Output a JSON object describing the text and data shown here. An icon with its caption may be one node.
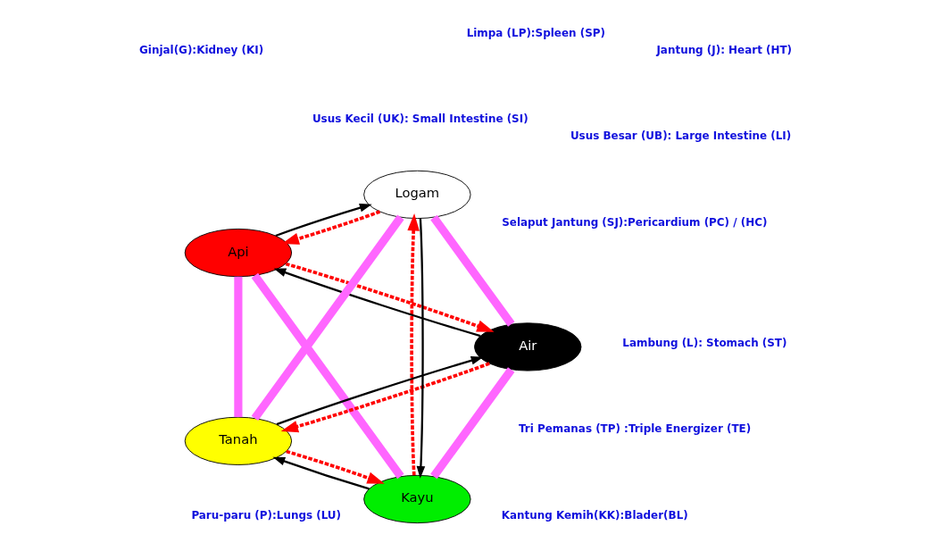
{
  "diagram": {
    "nodes": [
      {
        "text": [
          "Kayu"
        ]
      },
      {
        "text": [
          "Air"
        ]
      },
      {
        "text": [
          "Api"
        ]
      },
      {
        "text": [
          "Logam"
        ]
      },
      {
        "text": [
          "Tanah"
        ]
      }
    ],
    "edges": [
      {
        "from": 0,
        "to": 2,
        "arrow": "none",
        "style": "thick",
        "color": "#ff66ff"
      },
      {
        "from": 2,
        "to": 4,
        "arrow": "none",
        "style": "thick",
        "color": "#ff66ff"
      },
      {
        "from": 4,
        "to": 3,
        "arrow": "none",
        "style": "thick",
        "color": "#ff66ff"
      },
      {
        "from": 3,
        "to": 1,
        "arrow": "none",
        "style": "thick",
        "color": "#ff66ff"
      },
      {
        "from": 1,
        "to": 0,
        "arrow": "none",
        "style": "thick",
        "color": "#ff66ff"
      },
      {
        "from": 3,
        "to": 0,
        "arrow": "to",
        "color": "#000000"
      },
      {
        "from": 0,
        "to": 4,
        "arrow": "to",
        "color": "#000000"
      },
      {
        "from": 1,
        "to": 2,
        "arrow": "to",
        "color": "#000000"
      },
      {
        "from": 4,
        "to": 1,
        "arrow": "to",
        "color": "#000000"
      },
      {
        "from": 2,
        "to": 3,
        "arrow": "to",
        "color": "#000000"
      },
      {
        "from": 2,
        "to": 1,
        "arrow": "to",
        "style": "dashed",
        "color": "#ff0000"
      },
      {
        "from": 0,
        "to": 3,
        "arrow": "to",
        "style": "dashed",
        "color": "#ff0000"
      },
      {
        "from": 4,
        "to": 0,
        "arrow": "to",
        "style": "dashed",
        "color": "#ff0000"
      },
      {
        "from": 1,
        "to": 4,
        "arrow": "to",
        "style": "dashed",
        "color": "#ff0000"
      },
      {
        "from": 3,
        "to": 2,
        "arrow": "to",
        "style": "dashed",
        "color": "#ff0000"
      }
    ],
    "labels": [
      "Jantung (J): Heart (HT)",
      "Usus Kecil (UK): Small Intestine (SI)",
      "Ginjal(G):Kidney (KI)",
      "Selaput Jantung (SJ):Pericardium (PC) / (HC)",
      "Kantung Kemih(KK):Blader(BL)",
      "Tri Pemanas (TP) :Triple Energizer (TE)",
      "Paru-paru (P):Lungs (LU)",
      "Limpa (LP):Spleen (SP)",
      "Usus Besar (UB): Large Intestine (LI)",
      "Lambung (L): Stomach (ST)"
    ]
  }
}
